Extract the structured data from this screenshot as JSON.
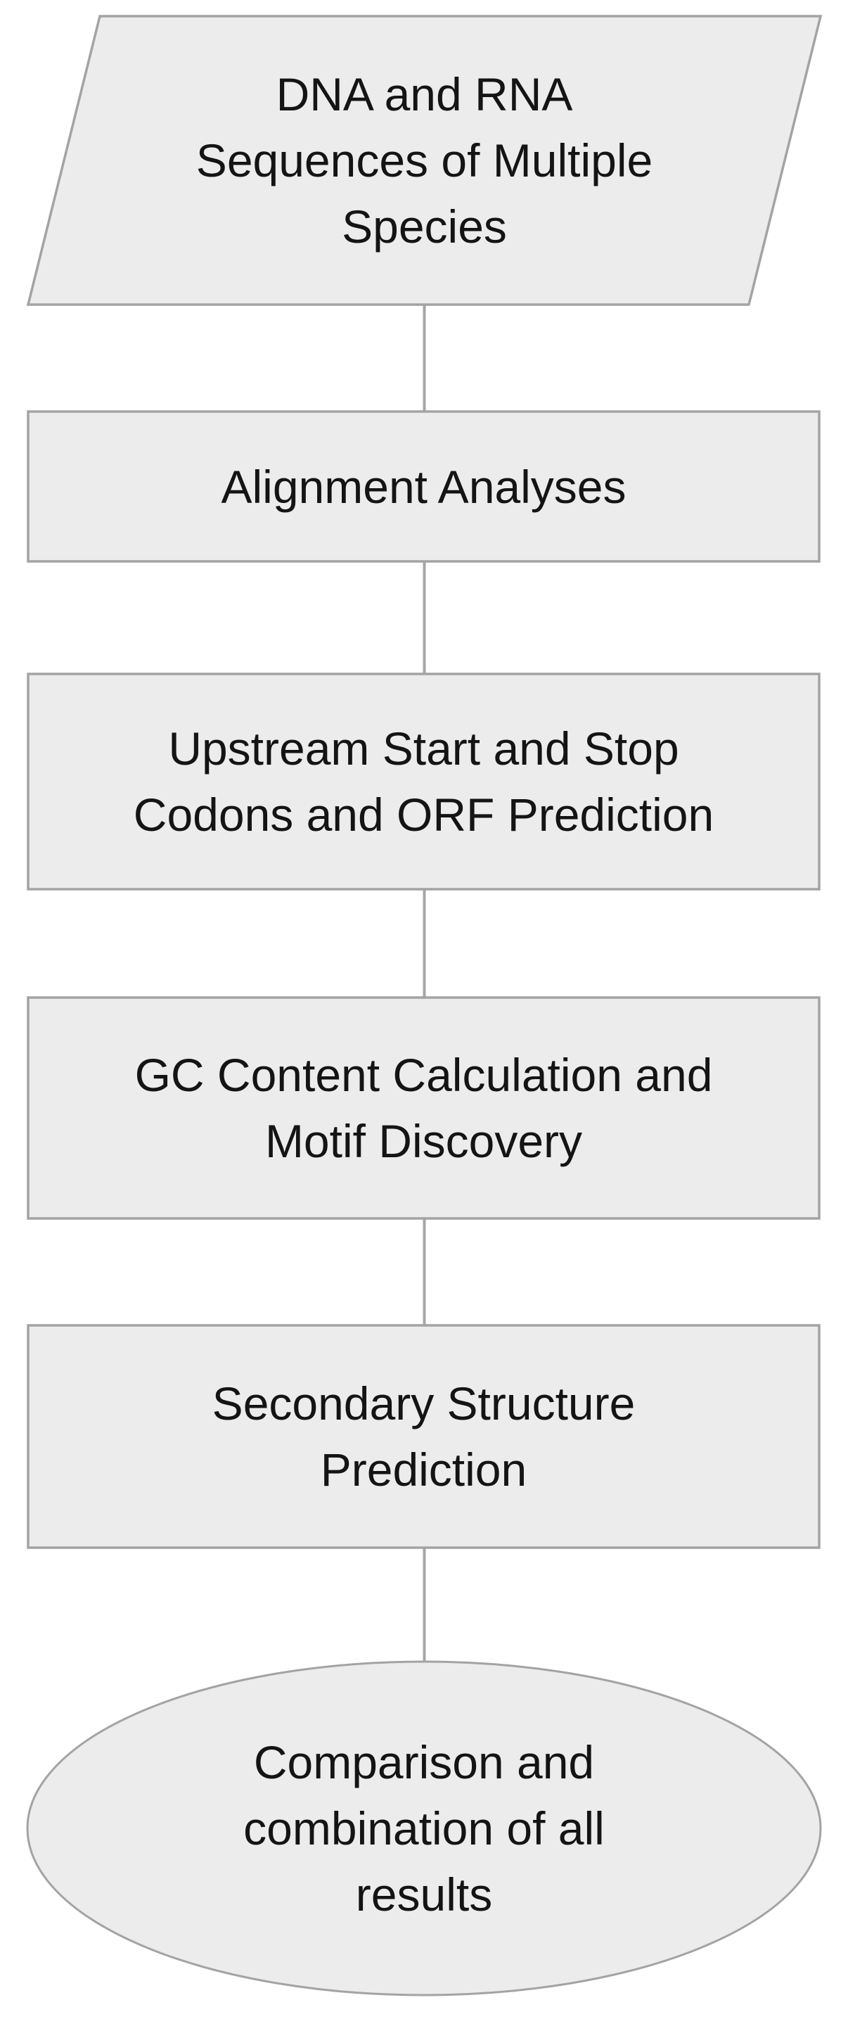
{
  "diagram": {
    "type": "flowchart",
    "background_color": "#ffffff",
    "shape_fill_color": "#ececec",
    "shape_border_color": "#a3a3a3",
    "connector_color": "#a6a6a6",
    "text_color": "#141414",
    "nodes": [
      {
        "id": "input",
        "shape": "parallelogram",
        "label": "DNA and RNA\nSequences of Multiple\nSpecies"
      },
      {
        "id": "step1",
        "shape": "rectangle",
        "label": "Alignment Analyses"
      },
      {
        "id": "step2",
        "shape": "rectangle",
        "label": "Upstream Start and Stop\nCodons and ORF Prediction"
      },
      {
        "id": "step3",
        "shape": "rectangle",
        "label": "GC Content Calculation and\nMotif Discovery"
      },
      {
        "id": "step4",
        "shape": "rectangle",
        "label": "Secondary Structure\nPrediction"
      },
      {
        "id": "output",
        "shape": "ellipse",
        "label": "Comparison and\ncombination of all\nresults"
      }
    ],
    "edges": [
      {
        "from": "input",
        "to": "step1",
        "style": "plain-line"
      },
      {
        "from": "step1",
        "to": "step2",
        "style": "plain-line"
      },
      {
        "from": "step2",
        "to": "step3",
        "style": "plain-line"
      },
      {
        "from": "step3",
        "to": "step4",
        "style": "plain-line"
      },
      {
        "from": "step4",
        "to": "output",
        "style": "plain-line"
      }
    ]
  }
}
